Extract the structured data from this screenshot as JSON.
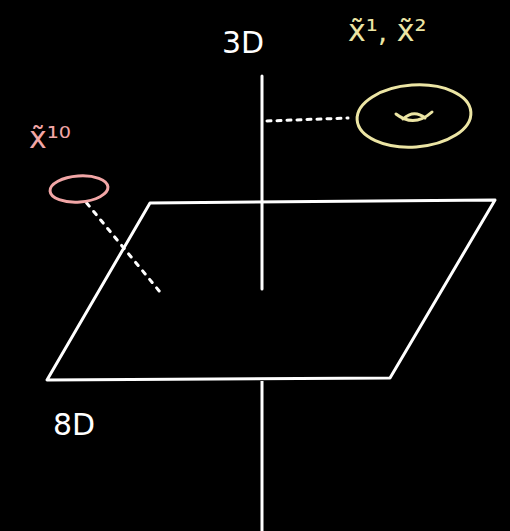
{
  "diagram": {
    "nodes": [
      {
        "text": [
          "x̃¹, x̃²"
        ]
      },
      {
        "text": [
          "x̃¹⁰"
        ]
      },
      {
        "text": [
          "8D"
        ]
      }
    ],
    "edges": [
      {
        "from": 1,
        "to": 2,
        "arrow": "none"
      }
    ],
    "labels": [
      "3D"
    ]
  }
}
